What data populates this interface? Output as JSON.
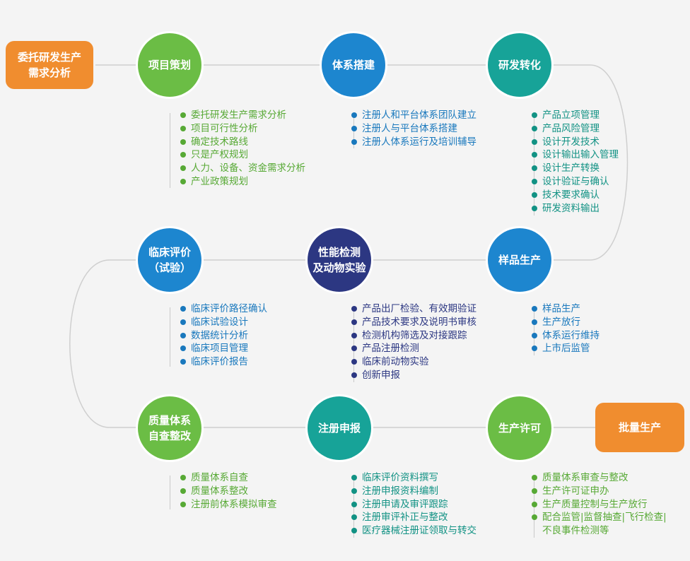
{
  "colors": {
    "green": "#6bbd45",
    "blue": "#1d86cf",
    "teal": "#17a398",
    "navy": "#2c3782",
    "orange": "#f08d2f",
    "text_green": "#57a935",
    "text_blue": "#1978bd",
    "text_teal": "#129284",
    "text_navy": "#2c3782"
  },
  "start_label": "委托研发生产\n需求分析",
  "end_label": "批量生产",
  "stages": [
    {
      "label": "项目策划",
      "items": [
        "委托研发生产需求分析",
        "项目可行性分析",
        "确定技术路线",
        "只是产权规划",
        "人力、设备、资金需求分析",
        "产业政策规划"
      ]
    },
    {
      "label": "体系搭建",
      "items": [
        "注册人和平台体系团队建立",
        "注册人与平台体系搭建",
        "注册人体系运行及培训辅导"
      ]
    },
    {
      "label": "研发转化",
      "items": [
        "产品立项管理",
        "产品风险管理",
        "设计开发技术",
        "设计输出输入管理",
        "设计生产转换",
        "设计验证与确认",
        "技术要求确认",
        "研发资料输出"
      ]
    },
    {
      "label": "临床评价\n（试验）",
      "items": [
        "临床评价路径确认",
        "临床试验设计",
        "数据统计分析",
        "临床项目管理",
        "临床评价报告"
      ]
    },
    {
      "label": "性能检测\n及动物实验",
      "items": [
        "产品出厂检验、有效期验证",
        "产品技术要求及说明书审核",
        "检测机构筛选及对接跟踪",
        "产品注册检测",
        "临床前动物实验",
        "创新申报"
      ]
    },
    {
      "label": "样品生产",
      "items": [
        "样品生产",
        "生产放行",
        "体系运行维持",
        "上市后监管"
      ]
    },
    {
      "label": "质量体系\n自查整改",
      "items": [
        "质量体系自查",
        "质量体系整改",
        "注册前体系模拟审查"
      ]
    },
    {
      "label": "注册申报",
      "items": [
        "临床评价资料撰写",
        "注册申报资料编制",
        "注册申请及审评跟踪",
        "注册审评补正与整改",
        "医疗器械注册证领取与转交"
      ]
    },
    {
      "label": "生产许可",
      "items": [
        "质量体系审查与整改",
        "生产许可证申办",
        "生产质量控制与生产放行",
        "配合监管|监督抽查|飞行检查|",
        "不良事件检测等"
      ]
    }
  ]
}
